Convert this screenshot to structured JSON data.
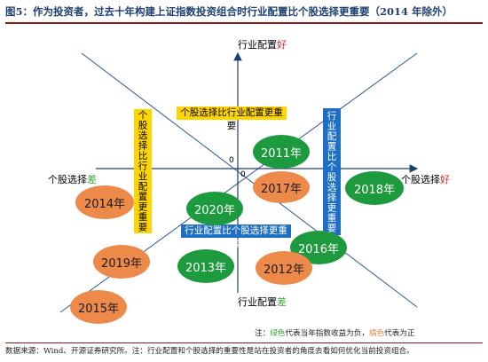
{
  "title": "图5：作为投资者，过去十年构建上证指数投资组合时行业配置比个股选择更重要（2014 年除外）",
  "axes": {
    "top": {
      "prefix": "行业配置",
      "suffix": "好"
    },
    "bottom": {
      "prefix": "行业配置",
      "suffix": "差"
    },
    "left": {
      "prefix": "个股选择",
      "suffix": "差"
    },
    "right": {
      "prefix": "个股选择",
      "suffix": "好"
    },
    "origin_x": "0",
    "origin_y": "0"
  },
  "regions": {
    "yellow_h": "个股选择比行业配置更重要",
    "yellow_v": "个股选择比行业配置更重要",
    "blue_v": "行业配置比个股选择更重要",
    "blue_h": "行业配置比个股选择更重要"
  },
  "years": {
    "y2011": "2011年",
    "y2017": "2017年",
    "y2018": "2018年",
    "y2014": "2014年",
    "y2020": "2020年",
    "y2016": "2016年",
    "y2019": "2019年",
    "y2013": "2013年",
    "y2012": "2012年",
    "y2015": "2015年"
  },
  "colors": {
    "green": "#1e9a3e",
    "orange": "#ed8a4a",
    "yellow": "#ffd500",
    "blue": "#1e6fc4"
  },
  "note": {
    "prefix": "注：",
    "green": "绿色",
    "mid": "代表当年指数收益为负，",
    "orange": "橘色",
    "end": "代表为正"
  },
  "source": "数据来源：Wind、开源证券研究所。注：行业配置和个股选择的重要性是站在投资者的角度去看如何优化当前投资组合。"
}
